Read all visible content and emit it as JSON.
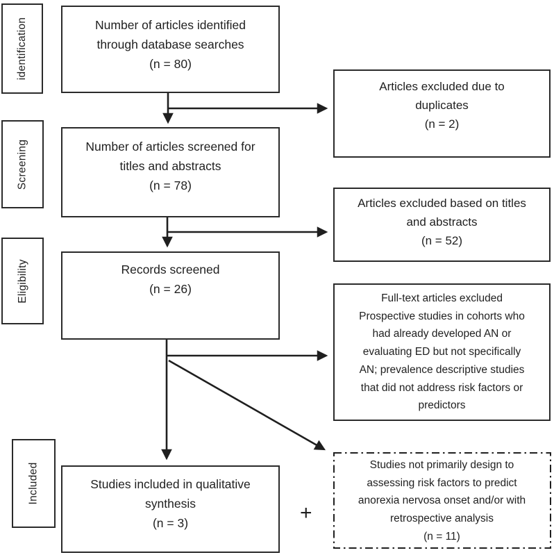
{
  "colors": {
    "ink": "#1f1f1f",
    "background": "#ffffff"
  },
  "stages": {
    "identification": "identification",
    "screening": "Screening",
    "eligibility": "Eligibility",
    "included": "Included"
  },
  "boxes": {
    "identified": "Number of articles identified\nthrough database searches\n(n = 80)",
    "screened": "Number of articles screened for\ntitles and abstracts\n(n = 78)",
    "records_screened": "Records screened\n(n = 26)",
    "qualitative_synthesis": "Studies included in qualitative\nsynthesis\n(n = 3)",
    "excluded_duplicates": "Articles excluded due to\nduplicates\n(n = 2)",
    "excluded_titles_abstracts": "Articles excluded based on titles\nand abstracts\n(n = 52)",
    "fulltext_excluded": "Full-text articles excluded\nProspective studies in cohorts who\nhad already developed AN or\nevaluating ED but not specifically\nAN; prevalence descriptive studies\nthat did not address risk factors or\npredictors",
    "not_primary_design": "Studies not primarily design to\nassessing risk factors to predict\nanorexia nervosa onset and/or with\nretrospective analysis\n(n = 11)"
  },
  "symbols": {
    "plus": "+"
  }
}
